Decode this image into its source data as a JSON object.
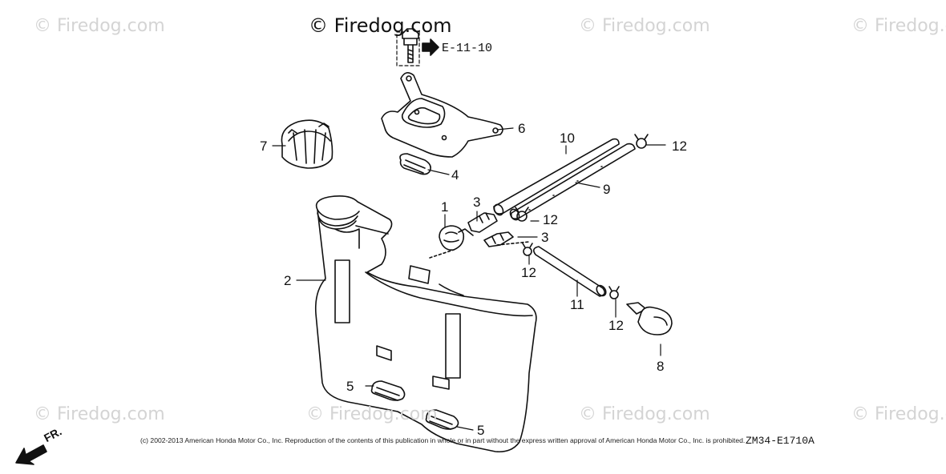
{
  "watermark": {
    "main": "© Firedog.com",
    "repeat": "© Firedog.com"
  },
  "reference": "E-11-10",
  "callouts": {
    "c1": "1",
    "c2": "2",
    "c3a": "3",
    "c3b": "3",
    "c4": "4",
    "c5a": "5",
    "c5b": "5",
    "c6": "6",
    "c7": "7",
    "c8": "8",
    "c9": "9",
    "c10": "10",
    "c11": "11",
    "c12a": "12",
    "c12b": "12",
    "c12c": "12",
    "c12d": "12"
  },
  "front_indicator": "FR.",
  "copyright": "(c) 2002-2013 American Honda Motor Co., Inc. Reproduction of the contents of this publication in whole or in part without the express written approval of American Honda Motor Co., Inc. is prohibited.",
  "diagram_code": "ZM34-E1710A"
}
